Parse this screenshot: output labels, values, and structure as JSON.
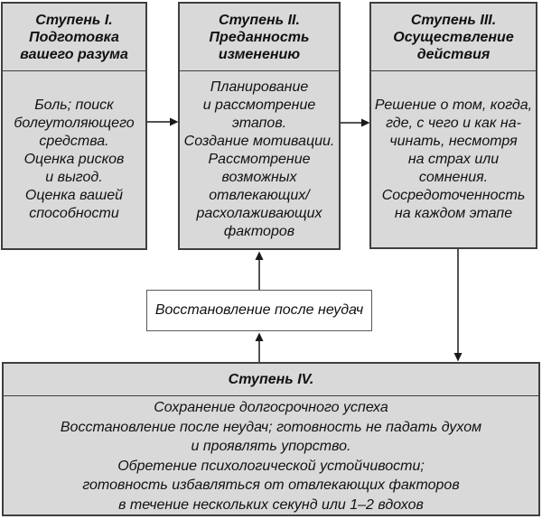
{
  "colors": {
    "bg": "#ffffff",
    "box-fill": "#d9d9d9",
    "box-border": "#3f3f3f",
    "recovery-fill": "#ffffff",
    "recovery-border": "#595959",
    "text": "#111111",
    "arrow": "#1a1a1a"
  },
  "stages": [
    {
      "title": "Ступень I.\nПодготовка\nвашего разума",
      "body": "Боль; поиск\nболеутоляющего\nсредства.\nОценка рисков\nи выгод.\nОценка вашей\nспособности"
    },
    {
      "title": "Ступень II.\nПреданность\nизменению",
      "body": "Планирование\nи рассмотрение\nэтапов.\nСоздание мотивации.\nРассмотрение\nвозможных\nотвлекающих/\nрасхолаживающих\nфакторов"
    },
    {
      "title": "Ступень III.\nОсуществление\nдействия",
      "body": "Решение о том, когда,\nгде, с чего и как на-\nчинать, несмотря\nна страх или сомнения.\nСосредоточенность\nна каждом этапе"
    }
  ],
  "recovery": {
    "label": "Восстановление после неудач"
  },
  "stage4": {
    "title": "Ступень IV.",
    "body": "Сохранение долгосрочного успеха\nВосстановление после неудач; готовность не падать духом\nи проявлять упорство.\nОбретение психологической устойчивости;\nготовность избавляться от отвлекающих факторов\nв течение нескольких секунд или 1–2 вдохов"
  }
}
